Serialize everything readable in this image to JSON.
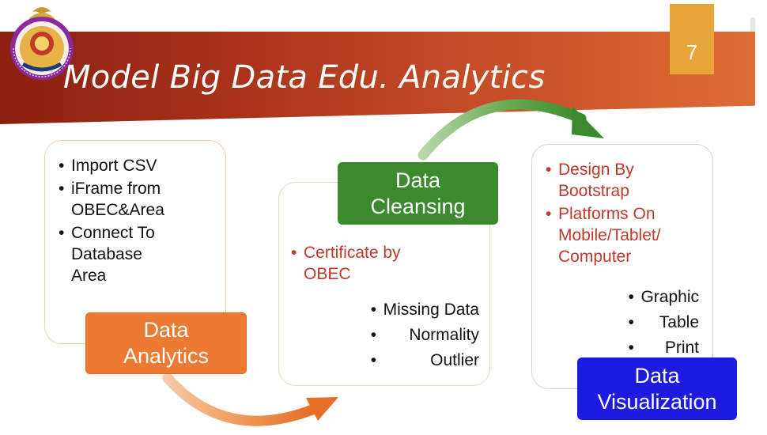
{
  "slide": {
    "title": "Model Big Data Edu. Analytics",
    "page_number": "7",
    "colors": {
      "banner": "#a8321a",
      "badge": "#e8a53a",
      "orange": "#ec7a32",
      "green": "#3c8a2e",
      "blue": "#1d1be0",
      "red_text": "#c0392b"
    }
  },
  "logo": {
    "icon": "obec-seal-icon"
  },
  "analytics": {
    "label": [
      "Data",
      "Analytics"
    ],
    "items": [
      "Import CSV",
      "iFrame from OBEC&Area",
      "Connect To Database Area"
    ]
  },
  "cleansing": {
    "label": [
      "Data",
      "Cleansing"
    ],
    "highlight": [
      "Certificate by OBEC"
    ],
    "items": [
      "Missing Data",
      "Normality",
      "Outlier"
    ]
  },
  "visualization": {
    "label": [
      "Data",
      "Visualization"
    ],
    "highlight": [
      "Design By Bootstrap",
      "Platforms On Mobile/Tablet/ Computer"
    ],
    "items": [
      "Graphic",
      "Table",
      "Print"
    ]
  }
}
